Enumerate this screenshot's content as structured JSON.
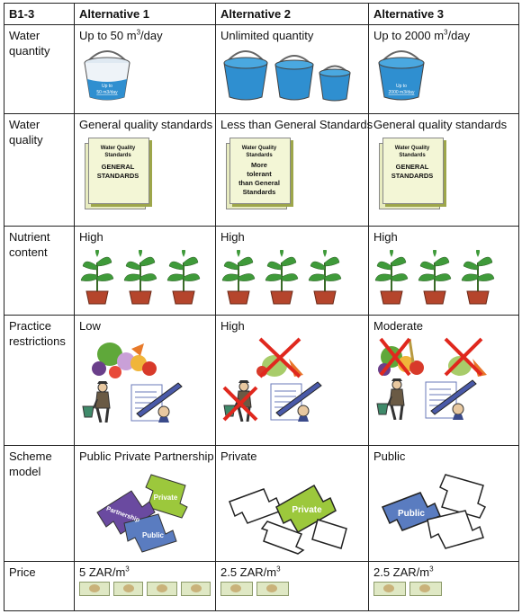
{
  "table": {
    "corner": "B1-3",
    "columns": [
      "Alternative 1",
      "Alternative 2",
      "Alternative 3"
    ],
    "rows": {
      "water_quantity": {
        "label_line1": "Water",
        "label_line2": "quantity",
        "cells": [
          {
            "prefix": "Up to 50 m",
            "sup": "3",
            "suffix": "/day",
            "bucket_label_1": "Up to",
            "bucket_label_2": "50 m3/day"
          },
          {
            "prefix": "Unlimited quantity",
            "sup": "",
            "suffix": ""
          },
          {
            "prefix": "Up to 2000 m",
            "sup": "3",
            "suffix": "/day",
            "bucket_label_1": "Up to",
            "bucket_label_2": "2000 m3/day"
          }
        ]
      },
      "water_quality": {
        "label_line1": "Water",
        "label_line2": "quality",
        "cells": [
          {
            "text": "General quality standards",
            "doc_title_1": "Water Quality",
            "doc_title_2": "Standards",
            "doc_big_1": "GENERAL",
            "doc_big_2": "STANDARDS"
          },
          {
            "text": "Less than General Standards",
            "doc_title_1": "Water Quality",
            "doc_title_2": "Standards",
            "doc_big_1": "More",
            "doc_big_2": "tolerant",
            "doc_big_3": "than General",
            "doc_big_4": "Standards"
          },
          {
            "text": "General quality standards",
            "doc_title_1": "Water Quality",
            "doc_title_2": "Standards",
            "doc_big_1": "GENERAL",
            "doc_big_2": "STANDARDS"
          }
        ]
      },
      "nutrient": {
        "label_line1": "Nutrient",
        "label_line2": "content",
        "cells": [
          "High",
          "High",
          "High"
        ]
      },
      "practice": {
        "label_line1": "Practice",
        "label_line2": "restrictions",
        "cells": [
          "Low",
          "High",
          "Moderate"
        ]
      },
      "scheme": {
        "label_line1": "Scheme",
        "label_line2": "model",
        "cells": [
          {
            "text": "Public Private Partnership",
            "p1": "Private",
            "p2": "Partnership",
            "p3": "Public"
          },
          {
            "text": "Private",
            "p1": "Private"
          },
          {
            "text": "Public",
            "p1": "Public"
          }
        ]
      },
      "price": {
        "label": "Price",
        "cells": [
          {
            "prefix": "5 ZAR/m",
            "sup": "3",
            "notes": 4
          },
          {
            "prefix": "2.5 ZAR/m",
            "sup": "3",
            "notes": 2
          },
          {
            "prefix": "2.5 ZAR/m",
            "sup": "3",
            "notes": 2
          }
        ]
      }
    }
  },
  "colors": {
    "water": "#2f8fd0",
    "water_light": "#4aa8e0",
    "leaf": "#3f9a3a",
    "pot": "#b5452c",
    "puzzle_green": "#9cc83c",
    "puzzle_purple": "#6a4aa0",
    "puzzle_blue": "#5a7cc0",
    "doc_fill": "#f3f6d6"
  }
}
